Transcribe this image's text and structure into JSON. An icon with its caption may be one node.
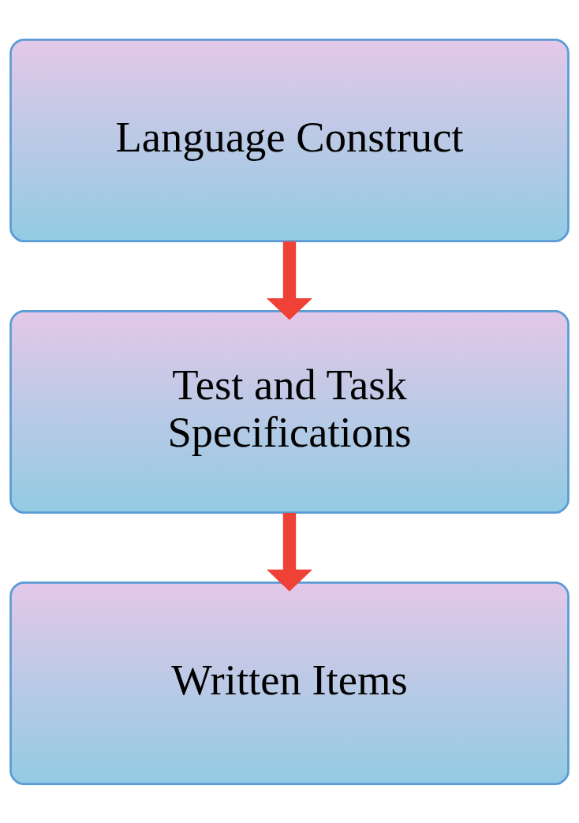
{
  "diagram": {
    "nodes": [
      {
        "text": [
          "Language Construct"
        ]
      },
      {
        "text": [
          "Test and Task Specifications"
        ]
      },
      {
        "text": [
          "Written Items"
        ]
      }
    ],
    "edges": [
      {
        "from": 0,
        "to": 1,
        "arrow": "to"
      },
      {
        "from": 1,
        "to": 2,
        "arrow": "to"
      }
    ]
  }
}
